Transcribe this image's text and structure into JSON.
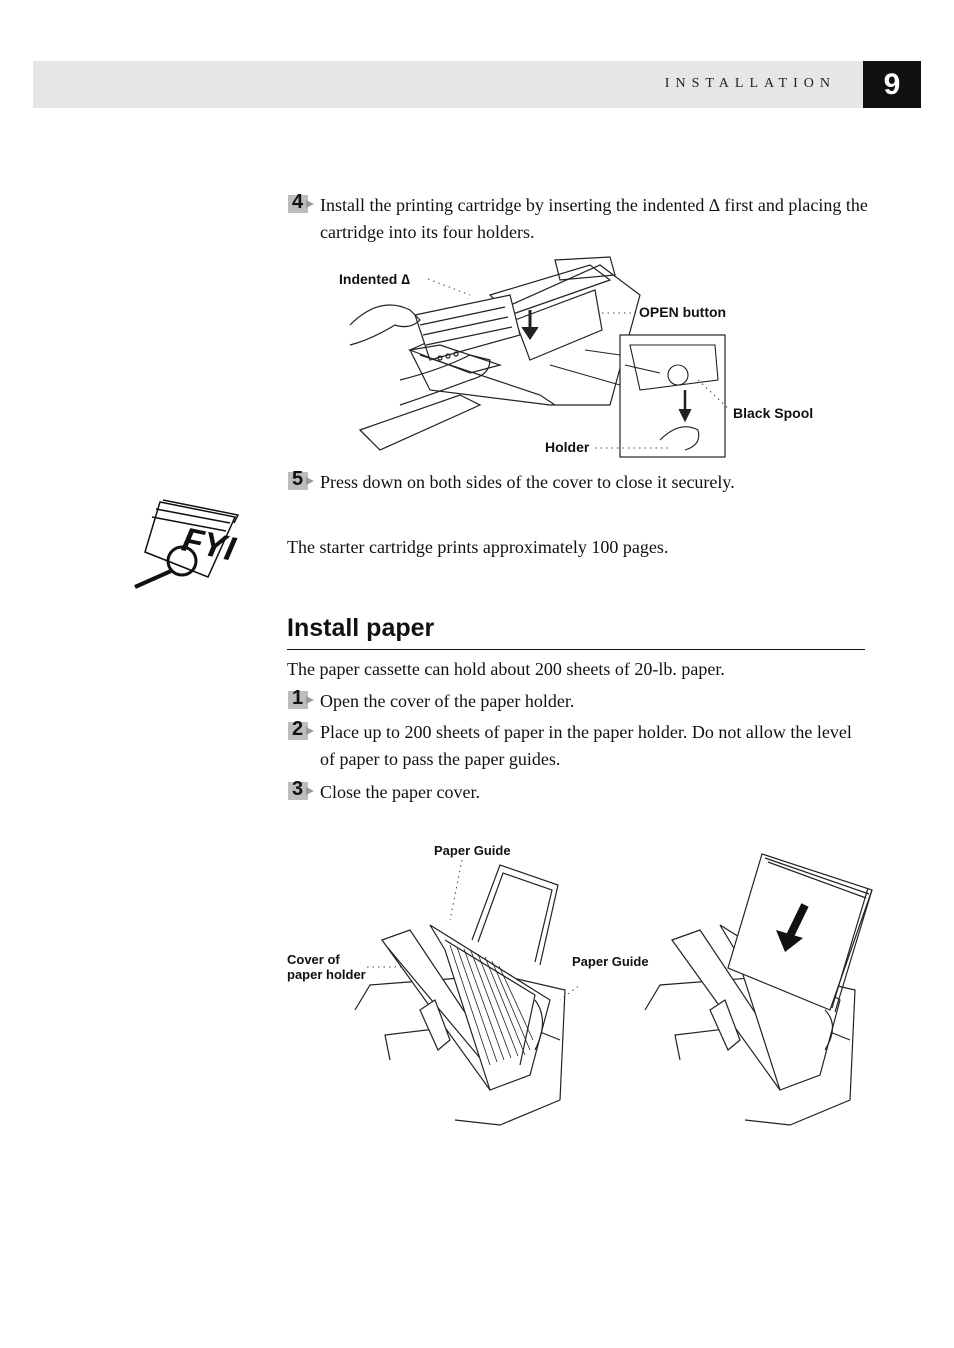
{
  "header": {
    "section": "INSTALLATION",
    "page_number": "9"
  },
  "steps_top": [
    {
      "num": "4",
      "text": "Install the printing cartridge by inserting the indented ∆ first and placing the cartridge into its four holders."
    },
    {
      "num": "5",
      "text": "Press down on both sides of the cover to close it securely."
    }
  ],
  "figure1": {
    "label_indented": "Indented ∆",
    "label_open": "OPEN button",
    "label_spool": "Black Spool",
    "label_holder": "Holder"
  },
  "fyi": {
    "icon_text": "FYI",
    "note": "The starter cartridge prints approximately 100 pages."
  },
  "section": {
    "title": "Install paper",
    "intro": "The paper cassette can hold about 200 sheets of 20-lb. paper.",
    "steps": [
      {
        "num": "1",
        "text": "Open the cover of the paper holder."
      },
      {
        "num": "2",
        "text": "Place up to 200 sheets of paper in the paper holder.  Do not allow the level of paper to pass the paper guides."
      },
      {
        "num": "3",
        "text": "Close the paper cover."
      }
    ]
  },
  "figure2": {
    "label_guide_top": "Paper Guide",
    "label_guide_right": "Paper Guide",
    "label_cover": "Cover of\npaper holder"
  }
}
